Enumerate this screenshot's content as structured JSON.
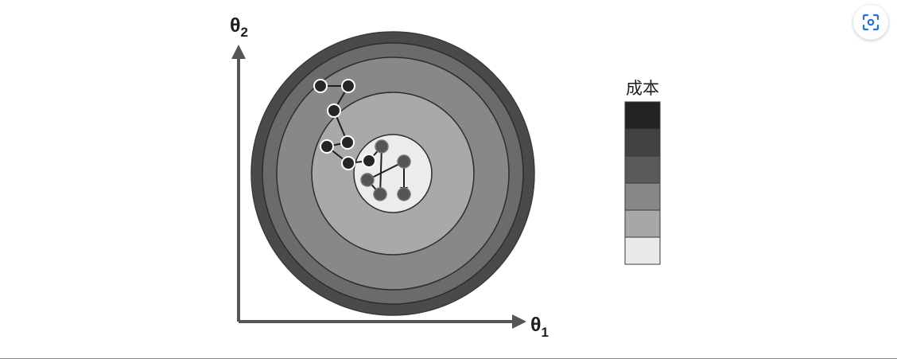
{
  "diagram": {
    "x_axis_label": "θ",
    "x_axis_subscript": "1",
    "y_axis_label": "θ",
    "y_axis_subscript": "2",
    "legend_title": "成本",
    "legend_colors": [
      "#232323",
      "#424242",
      "#5a5a5a",
      "#878787",
      "#a7a7a7",
      "#e9e9e9"
    ],
    "contour_colors": [
      "#4a4a4a",
      "#6b6b6b",
      "#888888",
      "#a9a9a9",
      "#ececec"
    ]
  },
  "toolbar": {
    "lens_icon": "lens-search-icon"
  }
}
